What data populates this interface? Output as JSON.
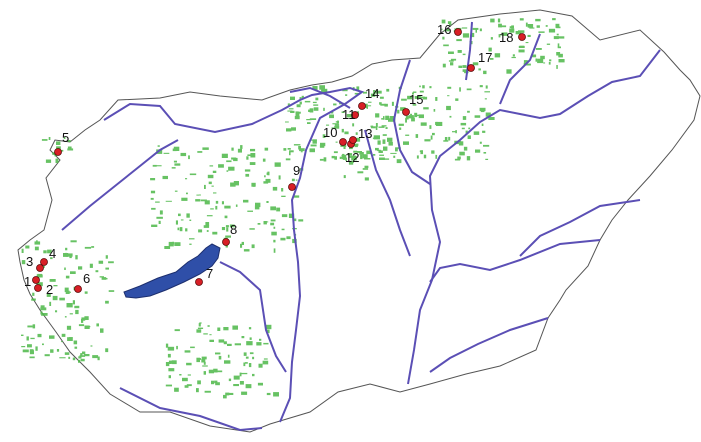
{
  "map": {
    "colors": {
      "background": "#ffffff",
      "border": "#555555",
      "river": "#5b4fb5",
      "lake": "#2f4fa8",
      "forest": "#4db848",
      "site_fill": "#d81f26",
      "site_stroke": "#5a0a0a",
      "label": "#111111"
    },
    "sites": [
      {
        "id": "1",
        "label": "1"
      },
      {
        "id": "2",
        "label": "2"
      },
      {
        "id": "3",
        "label": "3"
      },
      {
        "id": "4",
        "label": "4"
      },
      {
        "id": "5",
        "label": "5"
      },
      {
        "id": "6",
        "label": "6"
      },
      {
        "id": "7",
        "label": "7"
      },
      {
        "id": "8",
        "label": "8"
      },
      {
        "id": "9",
        "label": "9"
      },
      {
        "id": "10",
        "label": "10"
      },
      {
        "id": "11",
        "label": "11"
      },
      {
        "id": "12",
        "label": "12"
      },
      {
        "id": "13",
        "label": "13"
      },
      {
        "id": "14",
        "label": "14"
      },
      {
        "id": "15",
        "label": "15"
      },
      {
        "id": "16",
        "label": "16"
      },
      {
        "id": "17",
        "label": "17"
      },
      {
        "id": "18",
        "label": "18"
      }
    ]
  }
}
